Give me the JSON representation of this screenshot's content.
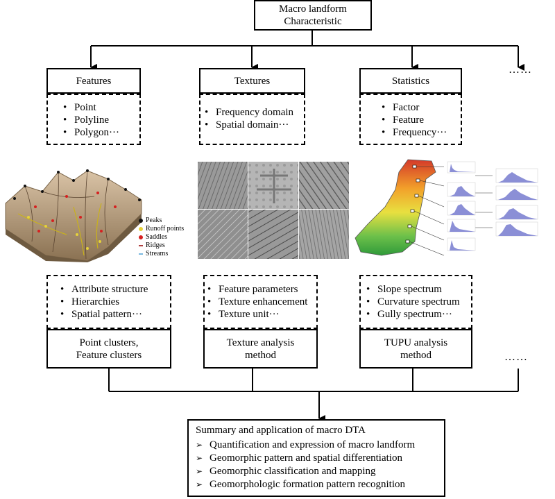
{
  "top": {
    "line1": "Macro landform",
    "line2": "Characteristic"
  },
  "ellipsis": "……",
  "categories": [
    {
      "title": "Features",
      "items": [
        "Point",
        "Polyline",
        "Polygon···"
      ]
    },
    {
      "title": "Textures",
      "items": [
        "Frequency domain",
        "Spatial domain···"
      ]
    },
    {
      "title": "Statistics",
      "items": [
        "Factor",
        "Feature",
        "Frequency···"
      ]
    }
  ],
  "legend": {
    "items": [
      {
        "label": "Peaks",
        "color": "#111111"
      },
      {
        "label": "Runoff points",
        "color": "#e6d23a"
      },
      {
        "label": "Saddles",
        "color": "#d62020"
      },
      {
        "label": "Ridges",
        "color": "#b04040"
      },
      {
        "label": "Streams",
        "color": "#7ab8e0"
      }
    ]
  },
  "details": [
    {
      "items": [
        "Attribute structure",
        "Hierarchies",
        "Spatial pattern···"
      ]
    },
    {
      "items": [
        "Feature parameters",
        "Texture enhancement",
        "Texture unit···"
      ]
    },
    {
      "items": [
        "Slope spectrum",
        "Curvature spectrum",
        "Gully spectrum···"
      ]
    }
  ],
  "methods": [
    {
      "line1": "Point clusters,",
      "line2": "Feature clusters"
    },
    {
      "line1": "Texture analysis",
      "line2": "method"
    },
    {
      "line1": "TUPU analysis",
      "line2": "method"
    }
  ],
  "summary": {
    "title": "Summary and application of macro DTA",
    "items": [
      "Quantification and expression of macro landform",
      "Geomorphic pattern and spatial differentiation",
      "Geomorphic classification and mapping",
      "Geomorphologic formation pattern recognition"
    ]
  }
}
